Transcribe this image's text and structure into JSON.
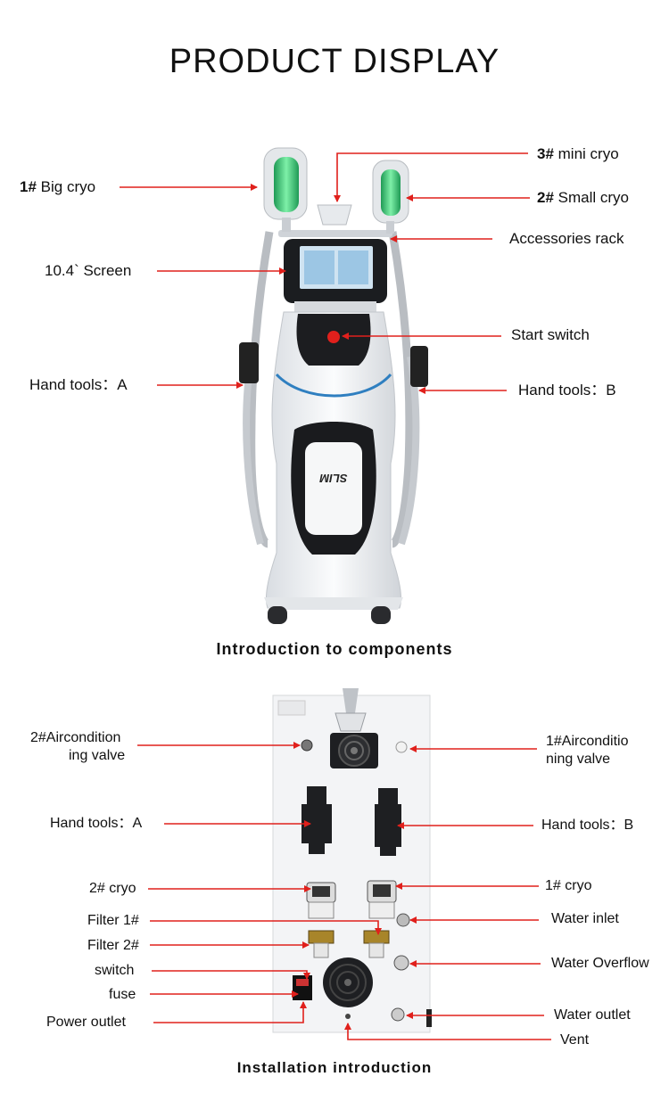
{
  "title": "PRODUCT DISPLAY",
  "sections": {
    "components_title": "Introduction to components",
    "installation_title": "Installation introduction"
  },
  "machine": {
    "logo_text": "SLIM"
  },
  "front_labels": {
    "big_cryo": {
      "num": "1#",
      "text": " Big cryo"
    },
    "mini_cryo": {
      "num": "3#",
      "text": " mini cryo"
    },
    "small_cryo": {
      "num": "2#",
      "text": " Small cryo"
    },
    "accessories_rack": "Accessories rack",
    "screen": "10.4` Screen",
    "start_switch": "Start switch",
    "hand_tools_a": "Hand tools：A",
    "hand_tools_b": "Hand tools：B"
  },
  "back_labels": {
    "aircon_2_line1": "2#Aircondition",
    "aircon_2_line2": "ing valve",
    "aircon_1_line1": "1#Airconditio",
    "aircon_1_line2": "ning valve",
    "hand_tools_a": "Hand tools：A",
    "hand_tools_b": "Hand tools：B",
    "cryo_2": "2# cryo",
    "cryo_1": "1# cryo",
    "filter_1": "Filter 1#",
    "filter_2": "Filter 2#",
    "water_inlet": "Water inlet",
    "water_overflow": "Water Overflow",
    "switch": "switch",
    "fuse": "fuse",
    "power_outlet": "Power outlet",
    "water_outlet": "Water outlet",
    "vent": "Vent"
  },
  "colors": {
    "arrow": "#e0201c",
    "handle_green": "#3fcf7a",
    "body_white": "#f2f4f6",
    "accent_blue": "#2f7fc0"
  }
}
